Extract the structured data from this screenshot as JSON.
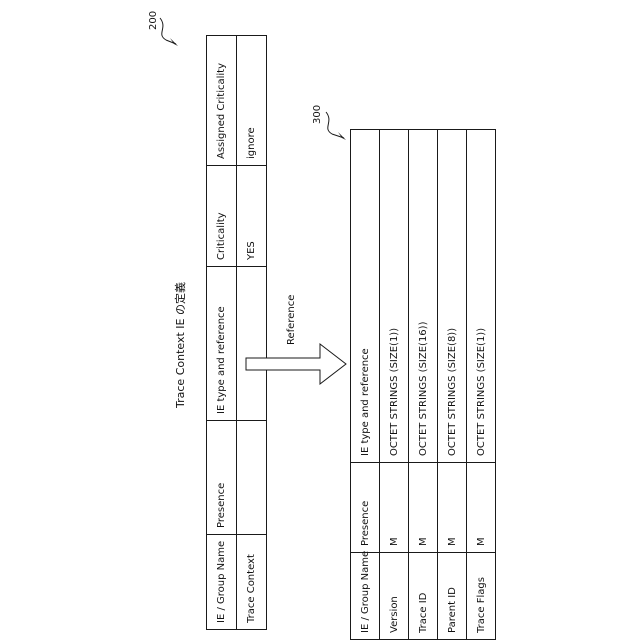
{
  "figure": {
    "ref_200": "200",
    "ref_300": "300",
    "title": "Trace Context IE の定義",
    "arrow_label": "Reference"
  },
  "table_200": {
    "headers": [
      "IE / Group Name",
      "Presence",
      "IE type and reference",
      "Criticality",
      "Assigned Criticality"
    ],
    "row": [
      "Trace Context",
      "",
      "",
      "YES",
      "ignore"
    ]
  },
  "table_300": {
    "headers": [
      "IE / Group Name",
      "Presence",
      "IE type and reference"
    ],
    "rows": [
      [
        "Version",
        "M",
        "OCTET STRINGS (SIZE(1))"
      ],
      [
        "Trace ID",
        "M",
        "OCTET STRINGS (SIZE(16))"
      ],
      [
        "Parent ID",
        "M",
        "OCTET STRINGS (SIZE(8))"
      ],
      [
        "Trace Flags",
        "M",
        "OCTET STRINGS (SIZE(1))"
      ]
    ]
  },
  "colors": {
    "line": "#1a1a1a",
    "background": "#ffffff",
    "text": "#111111"
  }
}
